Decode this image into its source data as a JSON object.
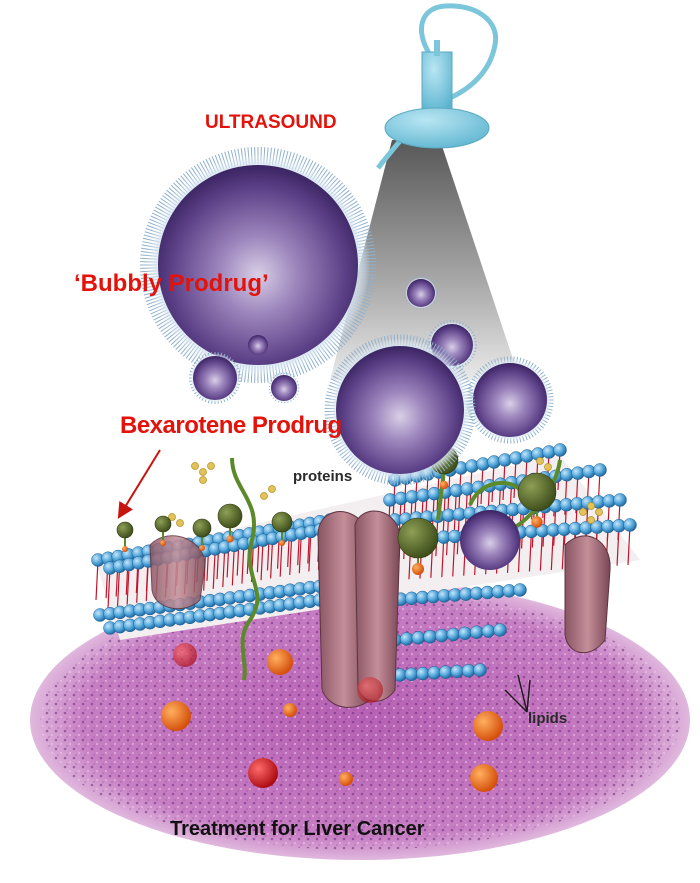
{
  "labels": {
    "ultrasound": "ULTRASOUND",
    "bubbly_prodrug": "‘Bubbly Prodrug’",
    "bexarotene_prodrug": "Bexarotene Prodrug",
    "proteins": "proteins",
    "lipids": "lipids",
    "caption": "Treatment for Liver Cancer"
  },
  "colors": {
    "label_red": "#e3120b",
    "transducer_blue": "#7cc6dc",
    "bubble_purple": "#7a5a9c",
    "drug_green": "#4b5e22",
    "lipid_head_blue": "#4a9fd6",
    "protein_mauve": "#a8707c",
    "tissue_magenta": "#b45bb0",
    "drug_orange": "#f0701a",
    "drug_red": "#d8141e"
  },
  "icons": [
    "ultrasound-transducer-icon",
    "microbubble-icon",
    "prodrug-molecule-icon",
    "membrane-protein-icon",
    "lipid-bilayer-icon"
  ]
}
